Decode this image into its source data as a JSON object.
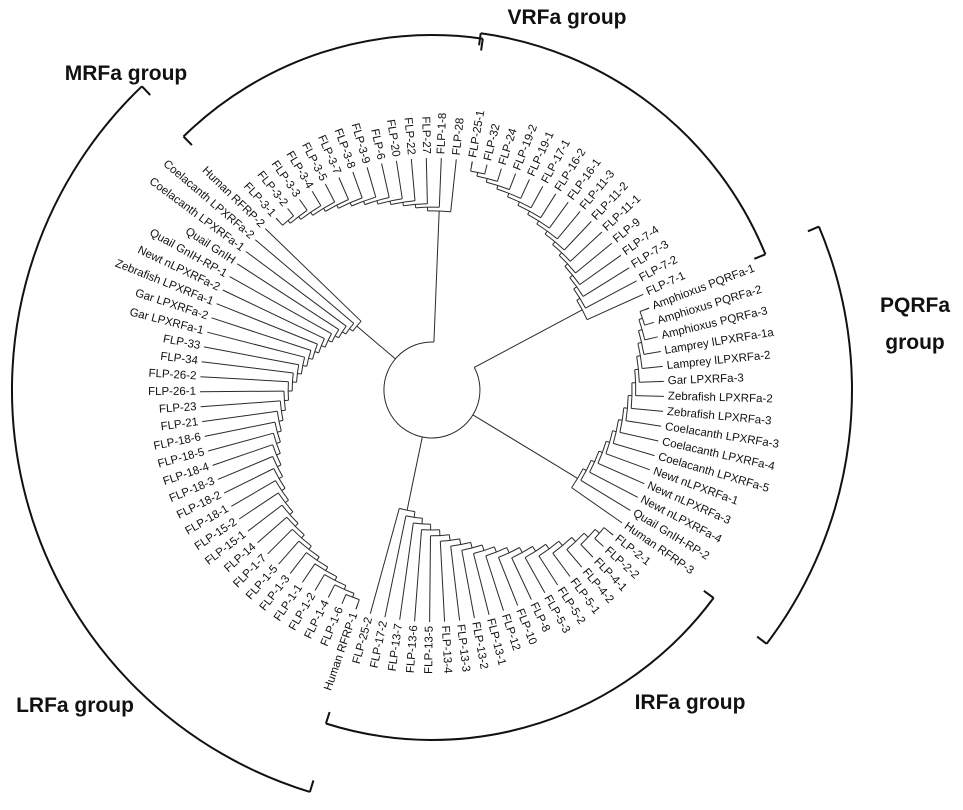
{
  "groups": [
    {
      "id": "VRFa",
      "label": "VRFa group"
    },
    {
      "id": "PQRFa",
      "label": "PQRFa group",
      "lines": [
        "PQRFa",
        "group"
      ]
    },
    {
      "id": "IRFa",
      "label": "IRFa group"
    },
    {
      "id": "LRFa",
      "label": "LRFa group"
    },
    {
      "id": "MRFa",
      "label": "MRFa group"
    }
  ],
  "leaves": [
    {
      "label": "FLP-25-1",
      "group": "VRFa"
    },
    {
      "label": "FLP-32",
      "group": "VRFa"
    },
    {
      "label": "FLP-24",
      "group": "VRFa"
    },
    {
      "label": "FLP-19-2",
      "group": "VRFa"
    },
    {
      "label": "FLP-19-1",
      "group": "VRFa"
    },
    {
      "label": "FLP-17-1",
      "group": "VRFa"
    },
    {
      "label": "FLP-16-2",
      "group": "VRFa"
    },
    {
      "label": "FLP-16-1",
      "group": "VRFa"
    },
    {
      "label": "FLP-11-3",
      "group": "VRFa"
    },
    {
      "label": "FLP-11-2",
      "group": "VRFa"
    },
    {
      "label": "FLP-11-1",
      "group": "VRFa"
    },
    {
      "label": "FLP-9",
      "group": "VRFa"
    },
    {
      "label": "FLP-7-4",
      "group": "VRFa"
    },
    {
      "label": "FLP-7-3",
      "group": "VRFa"
    },
    {
      "label": "FLP-7-2",
      "group": "VRFa"
    },
    {
      "label": "FLP-7-1",
      "group": "VRFa"
    },
    {
      "label": "Amphioxus PQRFa-1",
      "group": "PQRFa"
    },
    {
      "label": "Amphioxus PQRFa-2",
      "group": "PQRFa"
    },
    {
      "label": "Amphioxus PQRFa-3",
      "group": "PQRFa"
    },
    {
      "label": "Lamprey lLPXRFa-1a",
      "group": "PQRFa"
    },
    {
      "label": "Lamprey lLPXRFa-2",
      "group": "PQRFa"
    },
    {
      "label": "Gar LPXRFa-3",
      "group": "PQRFa"
    },
    {
      "label": "Zebrafish LPXRFa-2",
      "group": "PQRFa"
    },
    {
      "label": "Zebrafish LPXRFa-3",
      "group": "PQRFa"
    },
    {
      "label": "Coelacanth LPXRFa-3",
      "group": "PQRFa"
    },
    {
      "label": "Coelacanth LPXRFa-4",
      "group": "PQRFa"
    },
    {
      "label": "Coelacanth LPXRFa-5",
      "group": "PQRFa"
    },
    {
      "label": "Newt nLPXRFa-1",
      "group": "PQRFa"
    },
    {
      "label": "Newt nLPXRFa-3",
      "group": "PQRFa"
    },
    {
      "label": "Newt nLPXRFa-4",
      "group": "PQRFa"
    },
    {
      "label": "Quail GnIH-RP-2",
      "group": "PQRFa"
    },
    {
      "label": "Human RFRP-3",
      "group": "PQRFa"
    },
    {
      "label": "FLP-2-1",
      "group": "IRFa"
    },
    {
      "label": "FLP-2-2",
      "group": "IRFa"
    },
    {
      "label": "FLP-4-1",
      "group": "IRFa"
    },
    {
      "label": "FLP-4-2",
      "group": "IRFa"
    },
    {
      "label": "FLP-5-1",
      "group": "IRFa"
    },
    {
      "label": "FLP-5-2",
      "group": "IRFa"
    },
    {
      "label": "FLP-5-3",
      "group": "IRFa"
    },
    {
      "label": "FLP-8",
      "group": "IRFa"
    },
    {
      "label": "FLP-10",
      "group": "IRFa"
    },
    {
      "label": "FLP-12",
      "group": "IRFa"
    },
    {
      "label": "FLP-13-1",
      "group": "IRFa"
    },
    {
      "label": "FLP-13-2",
      "group": "IRFa"
    },
    {
      "label": "FLP-13-3",
      "group": "IRFa"
    },
    {
      "label": "FLP-13-4",
      "group": "IRFa"
    },
    {
      "label": "FLP-13-5",
      "group": "IRFa"
    },
    {
      "label": "FLP-13-6",
      "group": "IRFa"
    },
    {
      "label": "FLP-13-7",
      "group": "IRFa"
    },
    {
      "label": "FLP-17-2",
      "group": "IRFa"
    },
    {
      "label": "FLP-25-2",
      "group": "IRFa"
    },
    {
      "label": "Human RFRP-1",
      "group": "LRFa"
    },
    {
      "label": "FLP-1-6",
      "group": "LRFa"
    },
    {
      "label": "FLP-1-4",
      "group": "LRFa"
    },
    {
      "label": "FLP-1-2",
      "group": "LRFa"
    },
    {
      "label": "FLP-1-1",
      "group": "LRFa"
    },
    {
      "label": "FLP-1-3",
      "group": "LRFa"
    },
    {
      "label": "FLP-1-5",
      "group": "LRFa"
    },
    {
      "label": "FLP-1-7",
      "group": "LRFa"
    },
    {
      "label": "FLP-14",
      "group": "LRFa"
    },
    {
      "label": "FLP-15-1",
      "group": "LRFa"
    },
    {
      "label": "FLP-15-2",
      "group": "LRFa"
    },
    {
      "label": "FLP-18-1",
      "group": "LRFa"
    },
    {
      "label": "FLP-18-2",
      "group": "LRFa"
    },
    {
      "label": "FLP-18-3",
      "group": "LRFa"
    },
    {
      "label": "FLP-18-4",
      "group": "LRFa"
    },
    {
      "label": "FLP-18-5",
      "group": "LRFa"
    },
    {
      "label": "FLP-18-6",
      "group": "LRFa"
    },
    {
      "label": "FLP-21",
      "group": "LRFa"
    },
    {
      "label": "FLP-23",
      "group": "LRFa"
    },
    {
      "label": "FLP-26-1",
      "group": "LRFa"
    },
    {
      "label": "FLP-26-2",
      "group": "LRFa"
    },
    {
      "label": "FLP-34",
      "group": "LRFa"
    },
    {
      "label": "FLP-33",
      "group": "LRFa"
    },
    {
      "label": "Gar LPXRFa-1",
      "group": "LRFa"
    },
    {
      "label": "Gar LPXRFa-2",
      "group": "LRFa"
    },
    {
      "label": "Zebrafish LPXRFa-1",
      "group": "LRFa"
    },
    {
      "label": "Newt nLPXRFa-2",
      "group": "LRFa"
    },
    {
      "label": "Quail GnIH-RP-1",
      "group": "LRFa"
    },
    {
      "label": "Quail GnIH",
      "group": "LRFa"
    },
    {
      "label": "Coelacanth LPXRFa-1",
      "group": "LRFa"
    },
    {
      "label": "Coelacanth LPXRFa-2",
      "group": "LRFa"
    },
    {
      "label": "Human RFRP-2",
      "group": "LRFa"
    },
    {
      "label": "FLP-3-1",
      "group": "MRFa"
    },
    {
      "label": "FLP-3-2",
      "group": "MRFa"
    },
    {
      "label": "FLP-3-3",
      "group": "MRFa"
    },
    {
      "label": "FLP-3-4",
      "group": "MRFa"
    },
    {
      "label": "FLP-3-5",
      "group": "MRFa"
    },
    {
      "label": "FLP-3-7",
      "group": "MRFa"
    },
    {
      "label": "FLP-3-8",
      "group": "MRFa"
    },
    {
      "label": "FLP-3-9",
      "group": "MRFa"
    },
    {
      "label": "FLP-6",
      "group": "MRFa"
    },
    {
      "label": "FLP-20",
      "group": "MRFa"
    },
    {
      "label": "FLP-22",
      "group": "MRFa"
    },
    {
      "label": "FLP-27",
      "group": "MRFa"
    },
    {
      "label": "FLP-1-8",
      "group": "MRFa"
    },
    {
      "label": "FLP-28",
      "group": "MRFa"
    }
  ]
}
